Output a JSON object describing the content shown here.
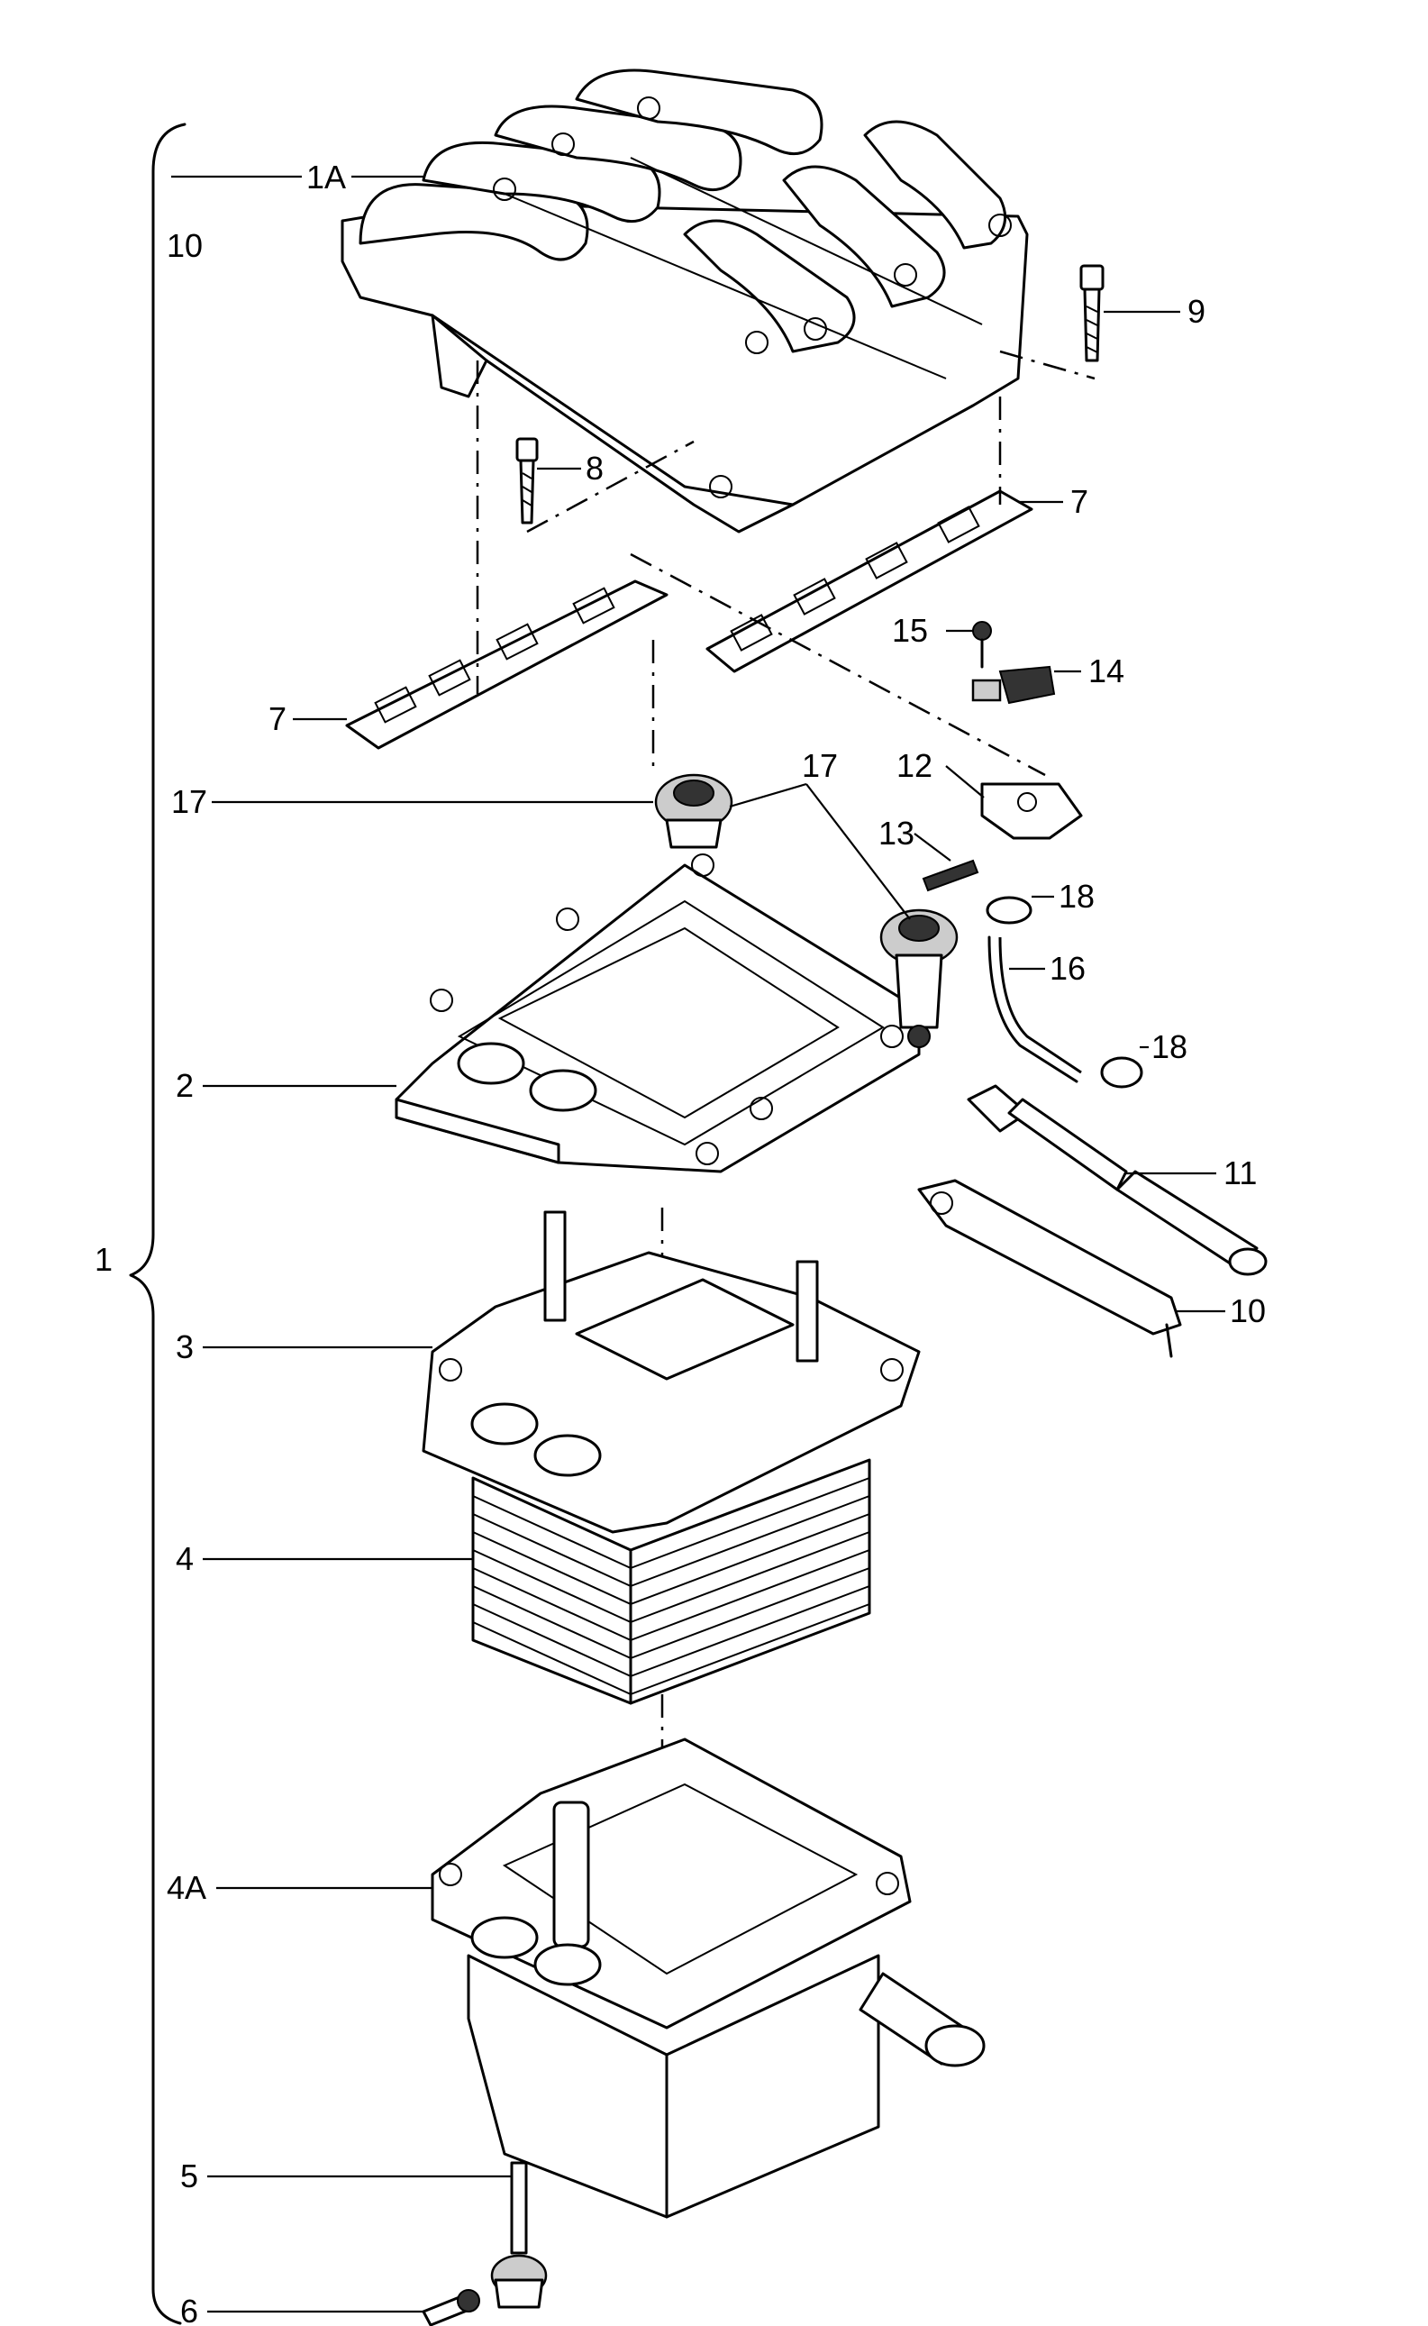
{
  "labels": {
    "p1": "1",
    "p1a": "1A",
    "p10_top": "10",
    "p2": "2",
    "p3": "3",
    "p4": "4",
    "p4a": "4A",
    "p5": "5",
    "p6": "6",
    "p7_left": "7",
    "p7_right": "7",
    "p8": "8",
    "p9": "9",
    "p10": "10",
    "p11": "11",
    "p12": "12",
    "p13": "13",
    "p14": "14",
    "p15": "15",
    "p16": "16",
    "p17_left": "17",
    "p17_right": "17",
    "p18_top": "18",
    "p18_bottom": "18"
  }
}
